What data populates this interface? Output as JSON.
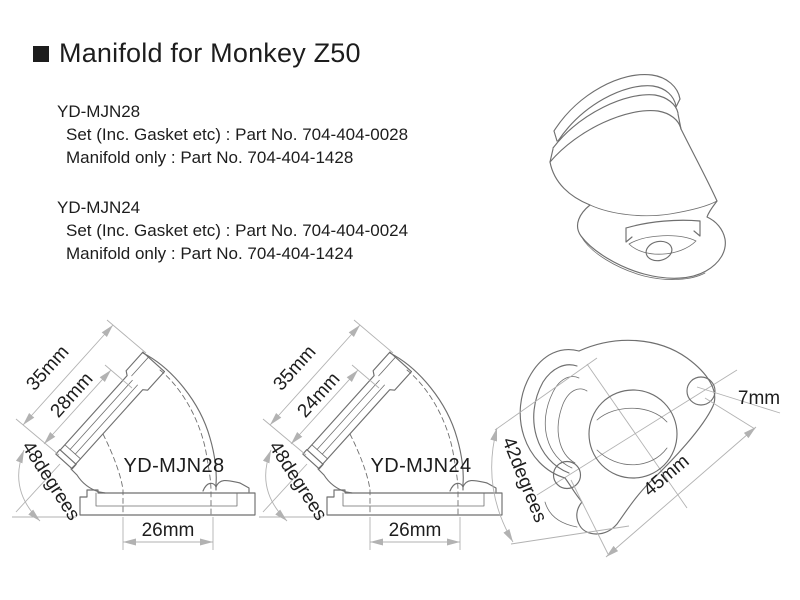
{
  "title": {
    "text": "Manifold for Monkey Z50"
  },
  "products": [
    {
      "model": "YD-MJN28",
      "set_line": "Set (Inc. Gasket etc) : Part No. 704-404-0028",
      "manifold_line": "Manifold only : Part No. 704-404-1428"
    },
    {
      "model": "YD-MJN24",
      "set_line": "Set (Inc. Gasket etc) : Part No. 704-404-0024",
      "manifold_line": "Manifold only : Part No. 704-404-1424"
    }
  ],
  "diagrams": {
    "side28": {
      "label": "YD-MJN28",
      "overall": "35mm",
      "spigot": "28mm",
      "angle": "48degrees",
      "base": "26mm"
    },
    "side24": {
      "label": "YD-MJN24",
      "overall": "35mm",
      "spigot": "24mm",
      "angle": "48degrees",
      "base": "26mm"
    },
    "flange": {
      "angle": "42degrees",
      "hole": "7mm",
      "pitch": "45mm"
    }
  },
  "colors": {
    "outline": "#6f6f6f",
    "dimension": "#b2b2b2",
    "text": "#1d1d1d",
    "background": "#ffffff"
  }
}
